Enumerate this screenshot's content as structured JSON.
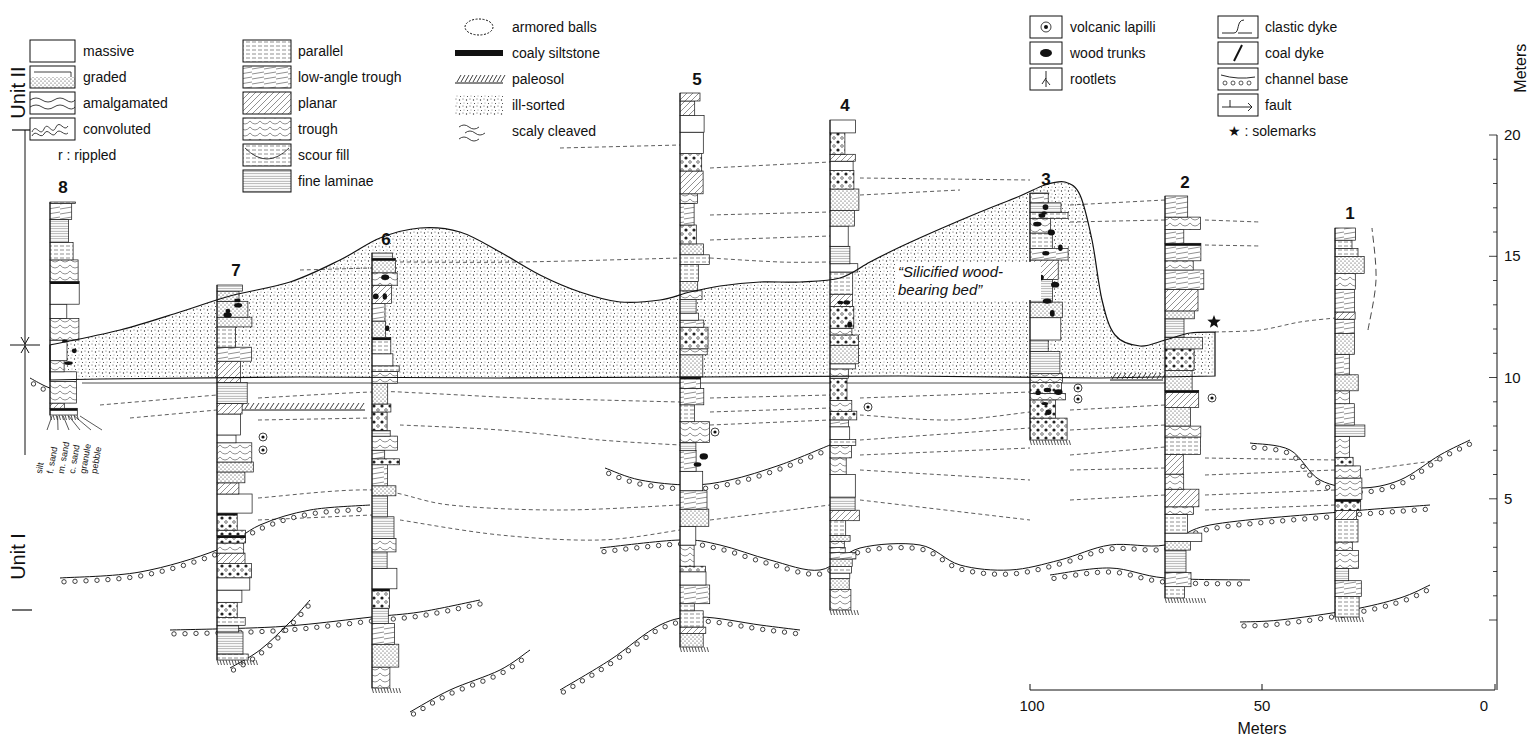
{
  "diagram": {
    "nodes": [
      {
        "text": [
          "“Silicified wood-bearing bed”"
        ]
      }
    ],
    "labels": [
      "Unit II",
      "Unit I",
      "8",
      "7",
      "6",
      "5",
      "4",
      "3",
      "2",
      "1",
      "silt",
      "f. sand",
      "m. sand",
      "c. sand",
      "granule",
      "pebble",
      "Meters",
      "20",
      "15",
      "10",
      "5",
      "100",
      "50",
      "0",
      "Meters"
    ],
    "legend": [
      {
        "text": "massive"
      },
      {
        "text": "graded"
      },
      {
        "text": "amalgamated"
      },
      {
        "text": "convoluted"
      },
      {
        "text": "r : rippled"
      },
      {
        "text": "parallel"
      },
      {
        "text": "low-angle trough"
      },
      {
        "text": "planar"
      },
      {
        "text": "trough"
      },
      {
        "text": "scour fill"
      },
      {
        "text": "fine laminae"
      },
      {
        "text": "armored balls"
      },
      {
        "text": "coaly siltstone"
      },
      {
        "text": "paleosol"
      },
      {
        "text": "ill-sorted"
      },
      {
        "text": "scaly cleaved"
      },
      {
        "text": "volcanic lapilli"
      },
      {
        "text": "wood trunks"
      },
      {
        "text": "rootlets"
      },
      {
        "text": "clastic dyke"
      },
      {
        "text": "coal dyke"
      },
      {
        "text": "channel base"
      },
      {
        "text": "fault"
      },
      {
        "text": "★ : solemarks"
      }
    ]
  }
}
